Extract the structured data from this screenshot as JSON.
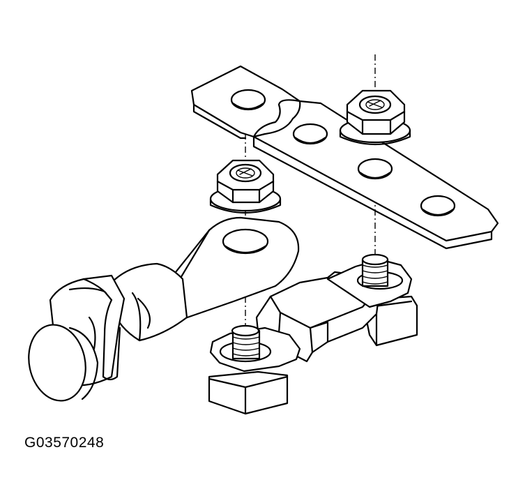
{
  "figure": {
    "code": "G03570248"
  },
  "parts": [
    "upper-nut",
    "buss-bar",
    "lower-nut",
    "cable-terminal",
    "battery-terminal-block"
  ]
}
